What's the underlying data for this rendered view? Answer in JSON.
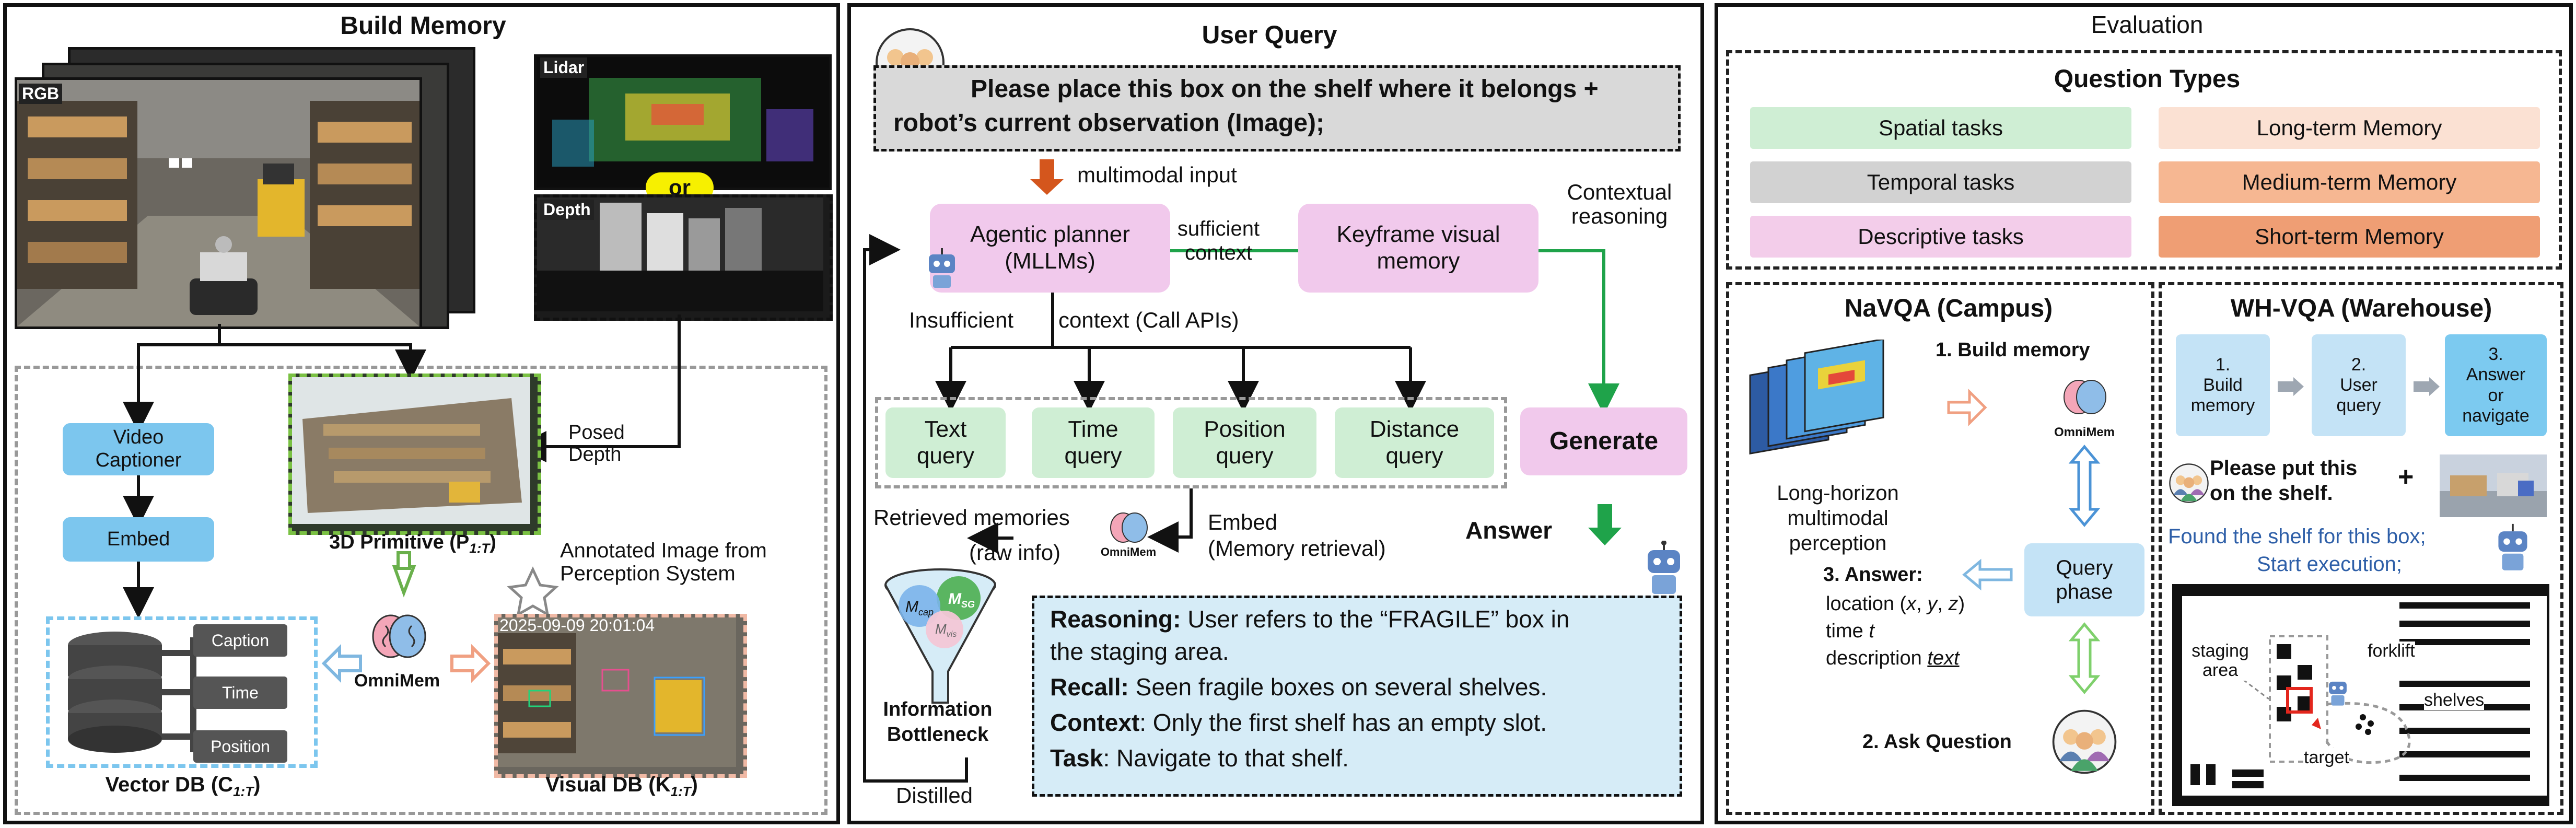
{
  "build_memory": {
    "title": "Build Memory",
    "rgb_label": "RGB",
    "lidar_label": "Lidar",
    "or_label": "or",
    "depth_label": "Depth",
    "posed_depth": "Posed\nDepth",
    "video_captioner": "Video\nCaptioner",
    "embed": "Embed",
    "primitive_label": "3D Primitive (P",
    "primitive_sub": "1:T",
    "annotated": "Annotated Image from\nPerception System",
    "omnimem": "OmniMem",
    "db_items": [
      "Caption",
      "Time",
      "Position"
    ],
    "timestamp": "2025-09-09  20:01:04",
    "vector_db": "Vector DB (C",
    "vector_sub": "1:T",
    "visual_db": "Visual DB (K",
    "visual_sub": "1:T"
  },
  "user_query": {
    "title": "User Query",
    "query_text": "Please place this box on the shelf where it belongs +",
    "query_text2": "robot’s current observation (Image);",
    "multimodal": "multimodal input",
    "planner": "Agentic planner\n(MLLMs)",
    "sufficient": "sufficient\ncontext",
    "keyframe": "Keyframe visual\nmemory",
    "contextual": "Contextual\nreasoning",
    "insufficient": "Insufficient",
    "call_apis": "context (Call APIs)",
    "queries": [
      "Text\nquery",
      "Time\nquery",
      "Position\nquery",
      "Distance\nquery"
    ],
    "generate": "Generate",
    "retrieved": "Retrieved memories",
    "raw_info": "(raw info)",
    "embed_ret": "Embed\n(Memory retrieval)",
    "omnimem": "OmniMem",
    "answer": "Answer",
    "bottleneck": "Information\nBottleneck",
    "distilled": "Distilled",
    "m_sg": "M",
    "m_sg_sub": "SG",
    "m_cap": "M",
    "m_cap_sub": "cap",
    "m_vis": "M",
    "m_vis_sub": "vis",
    "reasoning_k": "Reasoning:",
    "reasoning_v": " User refers to the “FRAGILE” box in",
    "reasoning_v2": "the staging area.",
    "recall_k": "Recall:",
    "recall_v": " Seen fragile boxes on several shelves.",
    "context_k": "Context",
    "context_v": ": Only the first shelf has an empty slot.",
    "task_k": "Task",
    "task_v": ": Navigate to that shelf."
  },
  "evaluation": {
    "title": "Evaluation",
    "qt_title": "Question Types",
    "left_types": [
      {
        "label": "Spatial tasks",
        "color": "#cfeed4"
      },
      {
        "label": "Temporal tasks",
        "color": "#d2d2d2"
      },
      {
        "label": "Descriptive tasks",
        "color": "#f3cdea"
      }
    ],
    "right_types": [
      {
        "label": "Long-term Memory",
        "color": "#fbe1d3"
      },
      {
        "label": "Medium-term Memory",
        "color": "#f6b792"
      },
      {
        "label": "Short-term Memory",
        "color": "#ef9e74"
      }
    ],
    "navqa_title": "NaVQA (Campus)",
    "build_mem": "1. Build memory",
    "long_horizon": "Long-horizon multimodal\nperception",
    "omnimem": "OmniMem",
    "query_phase": "Query\nphase",
    "answer3": "3. Answer:",
    "location": "location (",
    "loc_x": "x",
    "loc_y": "y",
    "loc_z": "z",
    "time": "time ",
    "time_t": "t",
    "description": "description ",
    "desc_text": "text",
    "ask": "2. Ask Question",
    "whvqa_title": "WH-VQA (Warehouse)",
    "steps": [
      "1.\nBuild\nmemory",
      "2.\nUser\nquery",
      "3.\nAnswer\nor\nnavigate"
    ],
    "put_text": "Please put this\non the shelf.",
    "plus": "+",
    "found": "Found the shelf for this box;",
    "start": "Start execution;",
    "map_labels": {
      "staging": "staging\narea",
      "forklift": "forklift",
      "shelves": "shelves",
      "target": "target"
    }
  }
}
